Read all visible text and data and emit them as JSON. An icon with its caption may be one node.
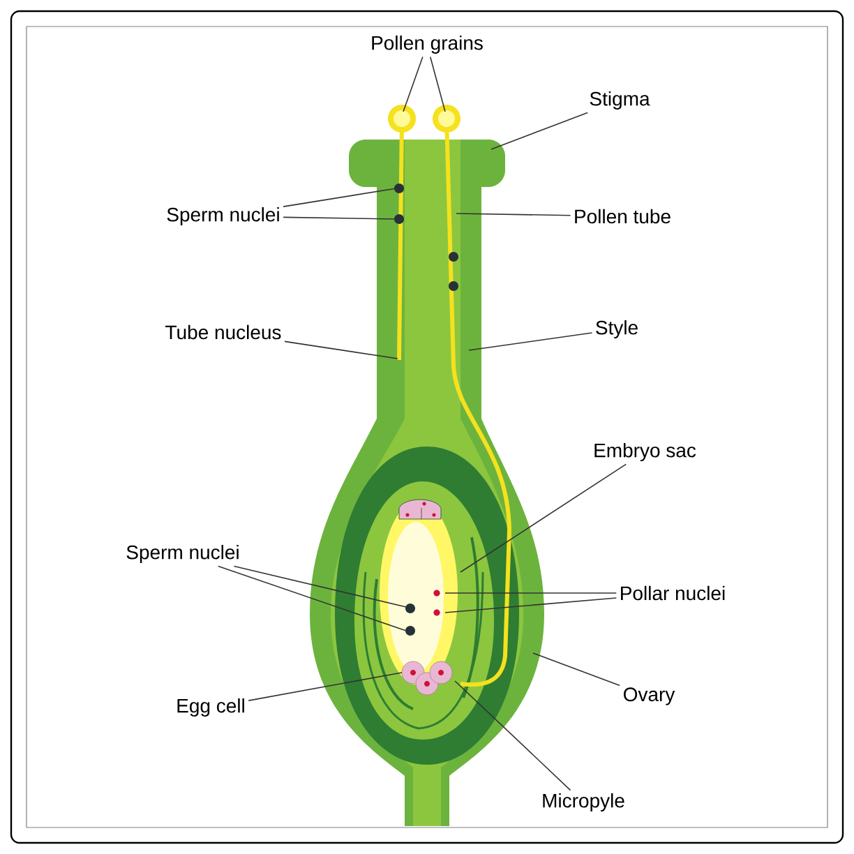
{
  "diagram": {
    "nodes": [
      {
        "text": [
          "Pollen grains"
        ]
      },
      {
        "text": [
          "Stigma"
        ]
      },
      {
        "text": [
          "Sperm nuclei"
        ]
      },
      {
        "text": [
          "Pollen tube"
        ]
      },
      {
        "text": [
          "Tube nucleus"
        ]
      },
      {
        "text": [
          "Style"
        ]
      },
      {
        "text": [
          "Embryo sac"
        ]
      },
      {
        "text": [
          "Sperm nuclei"
        ]
      },
      {
        "text": [
          "Pollar nuclei"
        ]
      },
      {
        "text": [
          "Egg cell"
        ]
      },
      {
        "text": [
          "Ovary"
        ]
      },
      {
        "text": [
          "Micropyle"
        ]
      }
    ],
    "edges": [
      {
        "from": 0,
        "to": null,
        "arrow": "none"
      },
      {
        "from": 0,
        "to": null,
        "arrow": "none"
      },
      {
        "from": 1,
        "to": null,
        "arrow": "none"
      },
      {
        "from": 2,
        "to": null,
        "arrow": "none"
      },
      {
        "from": 2,
        "to": null,
        "arrow": "none"
      },
      {
        "from": 3,
        "to": null,
        "arrow": "none"
      },
      {
        "from": 4,
        "to": null,
        "arrow": "none"
      },
      {
        "from": 5,
        "to": null,
        "arrow": "none"
      },
      {
        "from": 6,
        "to": null,
        "arrow": "none"
      },
      {
        "from": 7,
        "to": null,
        "arrow": "none"
      },
      {
        "from": 7,
        "to": null,
        "arrow": "none"
      },
      {
        "from": 8,
        "to": null,
        "arrow": "none"
      },
      {
        "from": 8,
        "to": null,
        "arrow": "none"
      },
      {
        "from": 9,
        "to": null,
        "arrow": "none"
      },
      {
        "from": 10,
        "to": null,
        "arrow": "none"
      },
      {
        "from": 11,
        "to": null,
        "arrow": "none"
      }
    ]
  }
}
